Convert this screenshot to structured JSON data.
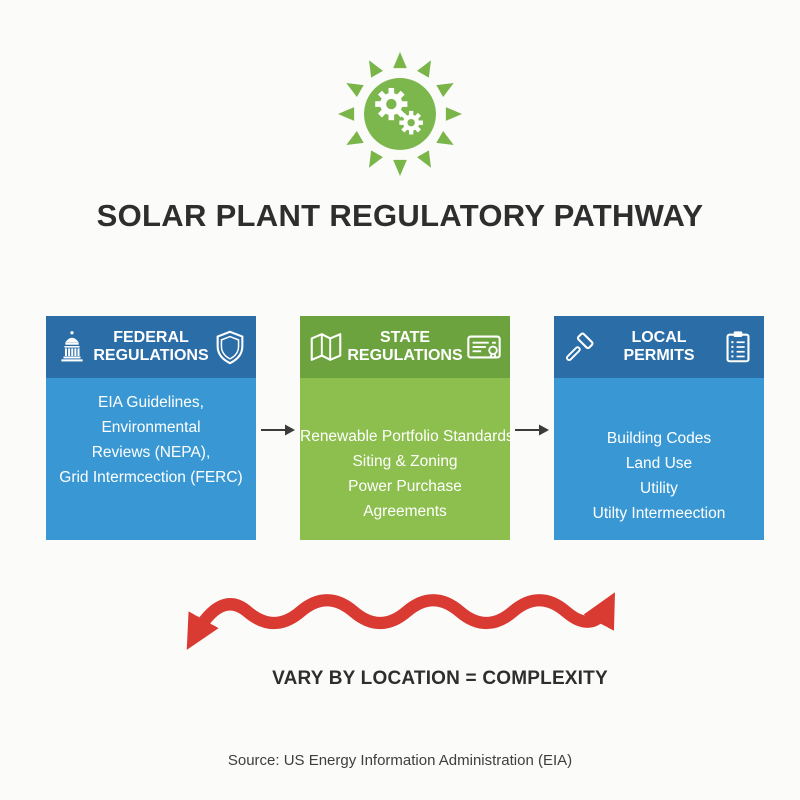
{
  "page": {
    "title": "SOLAR PLANT REGULATORY PATHWAY",
    "vary_label": "VARY BY LOCATION = COMPLEXITY",
    "source": "Source: US Energy Information Administration (EIA)"
  },
  "logo": {
    "icon": "sun-gears-icon",
    "color": "#7ab54a"
  },
  "colors": {
    "federal_header": "#2b6da6",
    "federal_body": "#3998d3",
    "state_header": "#6da33f",
    "state_body": "#8cbf4d",
    "local_header": "#2b6da6",
    "local_body": "#3998d3",
    "wavy_arrow_red": "#d93a32",
    "flow_arrow_gray": "#3b3b3b",
    "title_text": "#2e2e2e"
  },
  "boxes": [
    {
      "id": "federal",
      "label": "FEDERAL REGULATIONS",
      "left_icon": "capitol-icon",
      "right_icon": "shield-icon",
      "lines": [
        "EIA Guidelines,",
        "Environmental",
        "Reviews (NEPA),",
        "Grid Intermcection (FERC)"
      ]
    },
    {
      "id": "state",
      "label": "STATE REGULATIONS",
      "left_icon": "map-icon",
      "right_icon": "certificate-icon",
      "lines": [
        "Renewable Portfolio Standards",
        "Siting & Zoning",
        "Power Purchase",
        "Agreements"
      ]
    },
    {
      "id": "local",
      "label": "LOCAL PERMITS",
      "left_icon": "gavel-icon",
      "right_icon": "clipboard-icon",
      "lines": [
        "Building Codes",
        "Land Use",
        "Utility",
        "Utilty Intermeection"
      ]
    }
  ],
  "connectors": {
    "between_boxes": "right-arrow",
    "bottom": "double-headed-wavy-arrow"
  }
}
